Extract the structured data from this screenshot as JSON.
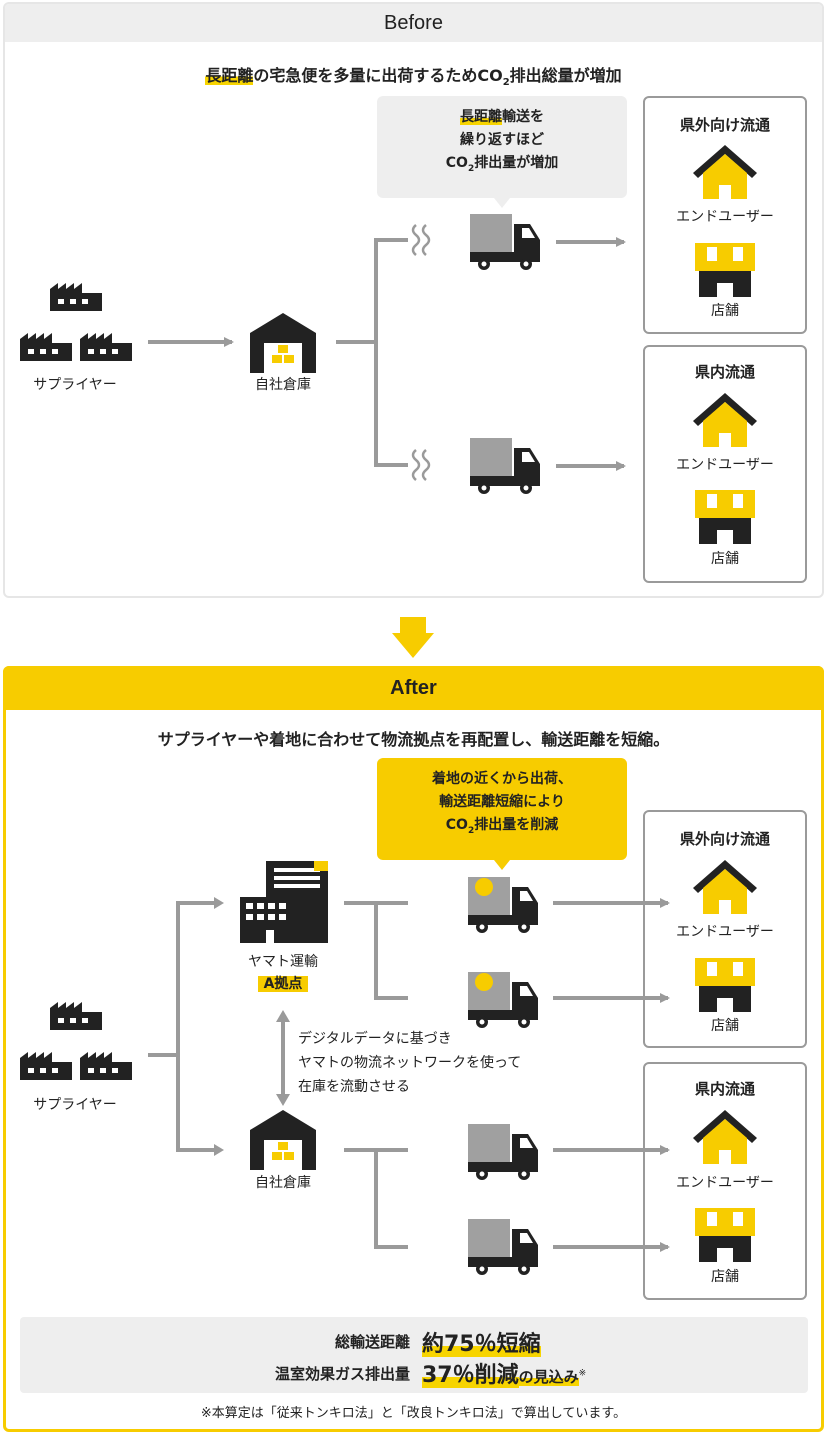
{
  "before": {
    "title": "Before",
    "heading_hl": "長距離",
    "heading_rest": "の宅急便を多量に出荷するためCO",
    "heading_sub": "2",
    "heading_end": "排出総量が増加",
    "bubble": {
      "line1_hl": "長距離",
      "line1_rest": "輸送を",
      "line2": "繰り返すほど",
      "line3_pre": "CO",
      "line3_sub": "2",
      "line3_post": "排出量が増加"
    },
    "supplier_label": "サプライヤー",
    "warehouse_label": "自社倉庫",
    "dest_out": {
      "title": "県外向け流通",
      "enduser": "エンドユーザー",
      "store": "店舗"
    },
    "dest_in": {
      "title": "県内流通",
      "enduser": "エンドユーザー",
      "store": "店舗"
    }
  },
  "after": {
    "title": "After",
    "heading": "サプライヤーや着地に合わせて物流拠点を再配置し、輸送距離を短縮。",
    "bubble": {
      "line1": "着地の近くから出荷、",
      "line2": "輸送距離短縮により",
      "line3_pre": "CO",
      "line3_sub": "2",
      "line3_post": "排出量を削減"
    },
    "supplier_label": "サプライヤー",
    "hub_label1": "ヤマト運輸",
    "hub_label2": "A拠点",
    "warehouse_label": "自社倉庫",
    "digital_line1": "デジタルデータに基づき",
    "digital_line2": "ヤマトの物流ネットワークを使って",
    "digital_line3": "在庫を流動させる",
    "dest_out": {
      "title": "県外向け流通",
      "enduser": "エンドユーザー",
      "store": "店舗"
    },
    "dest_in": {
      "title": "県内流通",
      "enduser": "エンドユーザー",
      "store": "店舗"
    },
    "summary": {
      "row1_label": "総輸送距離",
      "row1_value": "約75％短縮",
      "row2_label": "温室効果ガス排出量",
      "row2_value": "37％削減",
      "row2_suffix": "の見込み",
      "row2_mark": "※"
    },
    "footnote": "※本算定は「従来トンキロ法」と「改良トンキロ法」で算出しています。"
  },
  "colors": {
    "accent": "#f7cc00",
    "gray": "#9a9a9a",
    "dark": "#222222"
  },
  "icons": [
    "factory-icon",
    "warehouse-icon",
    "truck-icon",
    "house-icon",
    "store-icon",
    "office-building-icon",
    "down-arrow-icon",
    "heat-wave-icon"
  ]
}
